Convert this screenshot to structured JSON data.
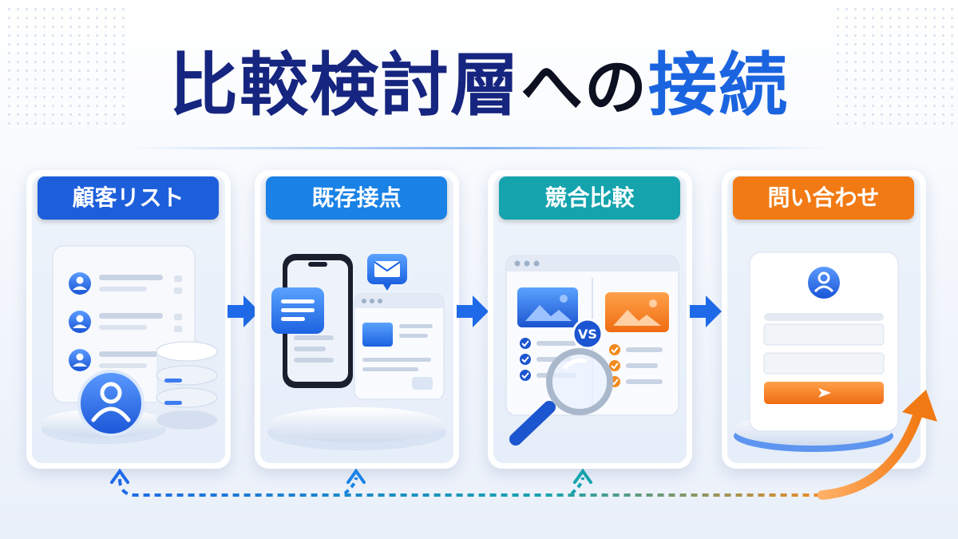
{
  "title": {
    "part1": "比較検討層",
    "part2": "への",
    "part3": "接続"
  },
  "steps": [
    {
      "label": "顧客リスト",
      "color": "#1d5fdb"
    },
    {
      "label": "既存接点",
      "color": "#1a82e6"
    },
    {
      "label": "競合比較",
      "color": "#15a3ad"
    },
    {
      "label": "問い合わせ",
      "color": "#f27a14"
    }
  ],
  "compare": {
    "badge": "VS"
  },
  "colors": {
    "title_dark": "#16257f",
    "title_accent": "#1b64e0",
    "arrow_blue": "#1e6ae8",
    "orange": "#f28a1e"
  },
  "icons": [
    "user-icon",
    "database-icon",
    "smartphone-icon",
    "envelope-icon",
    "browser-window-icon",
    "magnifier-icon",
    "checkmark-icon",
    "send-icon",
    "growth-arrow-icon"
  ]
}
